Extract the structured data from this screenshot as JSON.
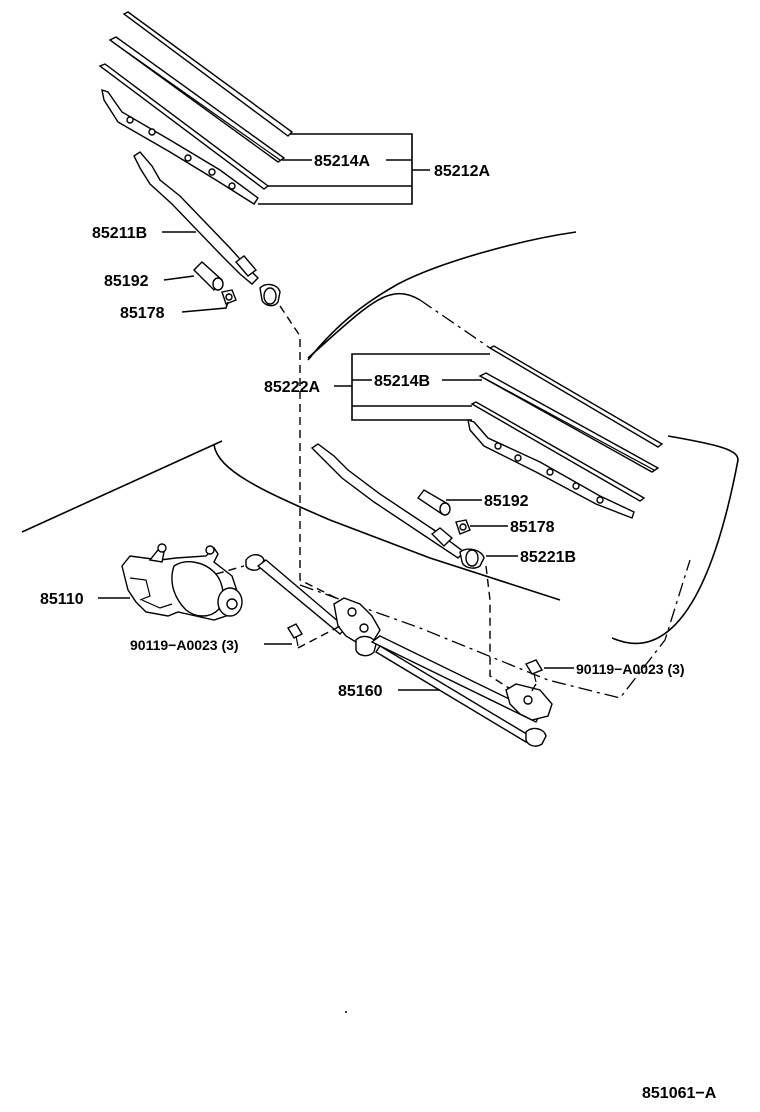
{
  "diagram": {
    "labels": {
      "p85214A": "85214A",
      "p85212A": "85212A",
      "p85211B": "85211B",
      "p85192_top": "85192",
      "p85178_top": "85178",
      "p85222A": "85222A",
      "p85214B": "85214B",
      "p85192_mid": "85192",
      "p85178_mid": "85178",
      "p85221B": "85221B",
      "p85110": "85110",
      "p90119_left": "90119−A0023 (3)",
      "p90119_right": "90119−A0023 (3)",
      "p85160": "85160"
    },
    "footer_code": "851061−A"
  }
}
